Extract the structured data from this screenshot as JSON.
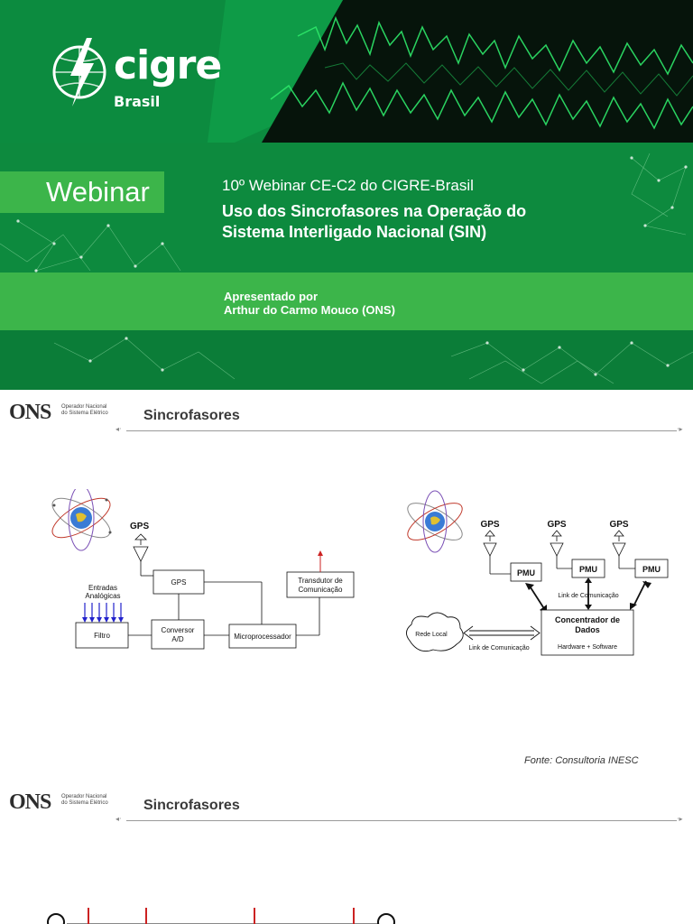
{
  "banner": {
    "logo_name": "cigre",
    "logo_country": "Brasil",
    "webinar_label": "Webinar",
    "event_line": "10º Webinar CE-C2 do CIGRE-Brasil",
    "title_line1": "Uso dos Sincrofasores na Operação do",
    "title_line2": "Sistema Interligado Nacional (SIN)",
    "presented_by": "Apresentado por",
    "presenter": "Arthur do Carmo Mouco (ONS)",
    "colors": {
      "dark_green": "#0d8a3e",
      "light_green": "#3cb54a",
      "oscilloscope": "#2ee86a"
    }
  },
  "slide1": {
    "ons_logo": "ONS",
    "ons_sub1": "Operador Nacional",
    "ons_sub2": "do Sistema Elétrico",
    "title": "Sincrofasores",
    "left_diagram": {
      "gps_antenna_label": "GPS",
      "entradas1": "Entradas",
      "entradas2": "Analógicas",
      "gps_box": "GPS",
      "transdutor1": "Transdutor de",
      "transdutor2": "Comunicação",
      "filtro": "Filtro",
      "conversor1": "Conversor",
      "conversor2": "A/D",
      "microprocessador": "Microprocessador"
    },
    "right_diagram": {
      "gps1": "GPS",
      "gps2": "GPS",
      "gps3": "GPS",
      "pmu1": "PMU",
      "pmu2": "PMU",
      "pmu3": "PMU",
      "link_top": "Link de Comunicação",
      "concentrador1": "Concentrador de",
      "concentrador2": "Dados",
      "hw_sw": "Hardware + Software",
      "rede_local": "Rede Local",
      "link_bottom": "Link de Comunicação"
    },
    "source": "Fonte: Consultoria INESC"
  },
  "slide2": {
    "ons_logo": "ONS",
    "ons_sub1": "Operador Nacional",
    "ons_sub2": "do Sistema Elétrico",
    "title": "Sincrofasores"
  }
}
